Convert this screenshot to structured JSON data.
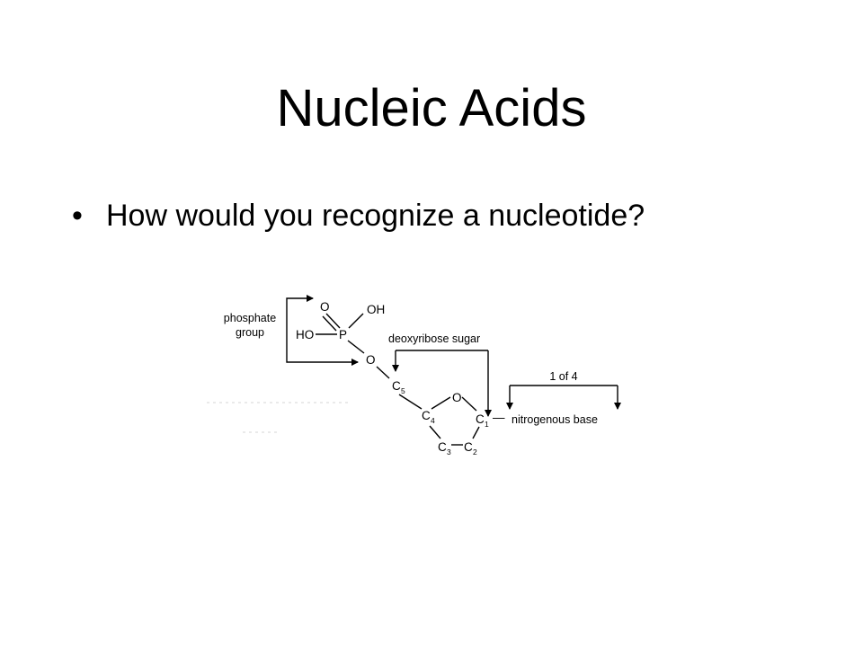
{
  "slide": {
    "title": "Nucleic Acids",
    "bullet_symbol": "•",
    "bullet_text": "How would you recognize a nucleotide?"
  },
  "diagram": {
    "labels": {
      "phosphate_line1": "phosphate",
      "phosphate_line2": "group",
      "sugar": "deoxyribose sugar",
      "count": "1 of 4",
      "base": "nitrogenous base"
    },
    "atoms": {
      "o_top": "O",
      "oh": "OH",
      "ho": "HO",
      "p": "P",
      "o_link": "O",
      "c5": "C",
      "c5_sub": "5",
      "o_ring": "O",
      "c4": "C",
      "c4_sub": "4",
      "c1": "C",
      "c1_sub": "1",
      "c3": "C",
      "c3_sub": "3",
      "c2": "C",
      "c2_sub": "2",
      "base_bond": "—"
    }
  }
}
